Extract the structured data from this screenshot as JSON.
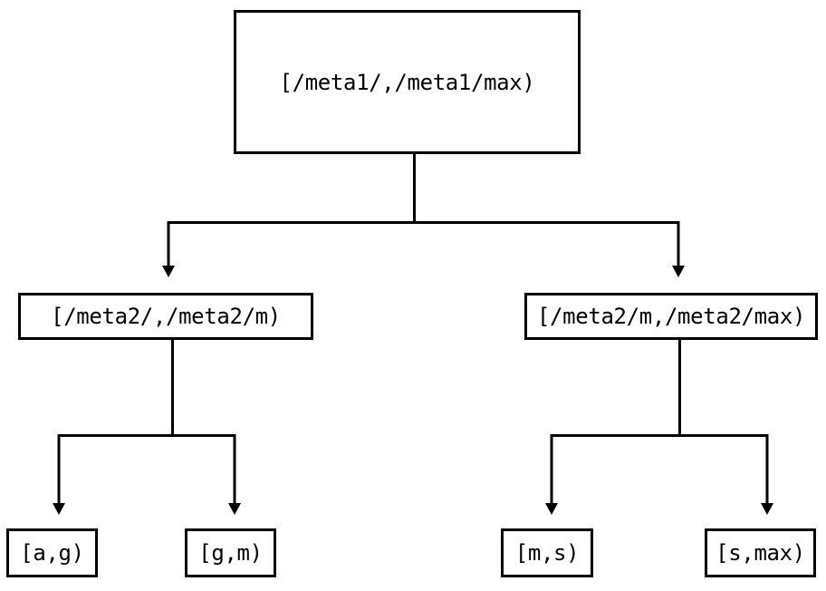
{
  "diagram": {
    "type": "tree",
    "title": "",
    "orientation": "top-down",
    "background_color": "#ffffff",
    "line_color": "#000000",
    "border_color": "#000000",
    "text_color": "#000000",
    "nodes": {
      "root": {
        "id": "root",
        "label": "[/meta1/,/meta1/max)",
        "level": 0
      },
      "level2": [
        {
          "id": "l2-left",
          "label": "[/meta2/,/meta2/m)",
          "level": 1
        },
        {
          "id": "l2-right",
          "label": "[/meta2/m,/meta2/max)",
          "level": 1
        }
      ],
      "leaves": [
        {
          "id": "leaf-ag",
          "label": "[a,g)",
          "level": 2
        },
        {
          "id": "leaf-gm",
          "label": "[g,m)",
          "level": 2
        },
        {
          "id": "leaf-ms",
          "label": "[m,s)",
          "level": 2
        },
        {
          "id": "leaf-smax",
          "label": "[s,max)",
          "level": 2
        }
      ]
    },
    "edges": [
      {
        "from": "root",
        "to": "l2-left",
        "arrow": "down"
      },
      {
        "from": "root",
        "to": "l2-right",
        "arrow": "down"
      },
      {
        "from": "l2-left",
        "to": "leaf-ag",
        "arrow": "down"
      },
      {
        "from": "l2-left",
        "to": "leaf-gm",
        "arrow": "down"
      },
      {
        "from": "l2-right",
        "to": "leaf-ms",
        "arrow": "down"
      },
      {
        "from": "l2-right",
        "to": "leaf-smax",
        "arrow": "down"
      }
    ]
  }
}
